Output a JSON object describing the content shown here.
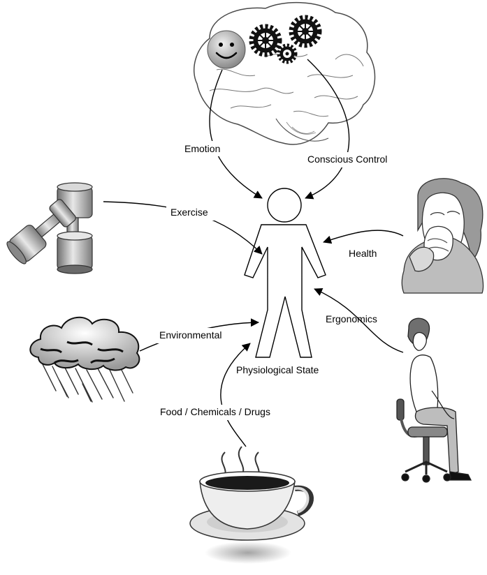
{
  "center": {
    "label": "Physiological State"
  },
  "influences": [
    {
      "id": "emotion",
      "label": "Emotion",
      "icon": "smiley-brain-icon"
    },
    {
      "id": "conscious",
      "label": "Conscious Control",
      "icon": "gears-brain-icon"
    },
    {
      "id": "exercise",
      "label": "Exercise",
      "icon": "dumbbells-icon"
    },
    {
      "id": "health",
      "label": "Health",
      "icon": "sick-person-icon"
    },
    {
      "id": "environmental",
      "label": "Environmental",
      "icon": "rain-cloud-icon"
    },
    {
      "id": "ergonomics",
      "label": "Ergonomics",
      "icon": "seated-person-icon"
    },
    {
      "id": "food",
      "label": "Food / Chemicals / Drugs",
      "icon": "coffee-cup-icon"
    }
  ]
}
